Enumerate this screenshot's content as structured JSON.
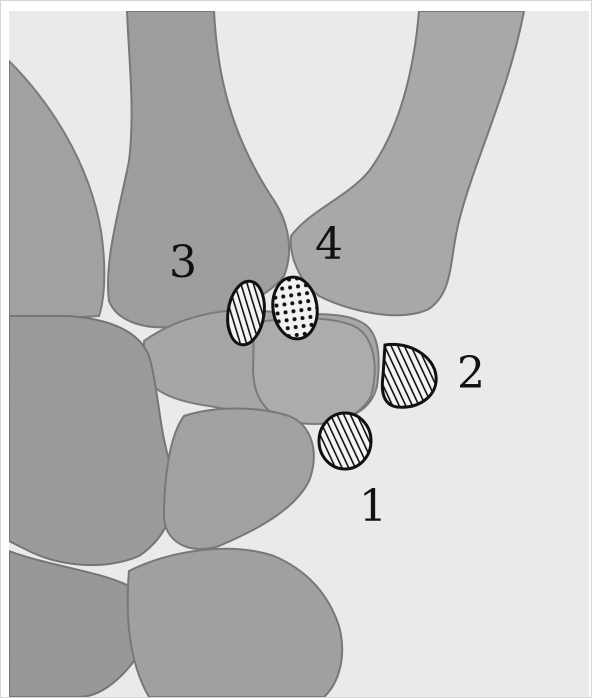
{
  "figure": {
    "labels": [
      {
        "id": "1",
        "text": "1"
      },
      {
        "id": "2",
        "text": "2"
      },
      {
        "id": "3",
        "text": "3"
      },
      {
        "id": "4",
        "text": "4"
      }
    ]
  },
  "colors": {
    "paper": "#ecebe9",
    "bone_dark": "#8f8f8f",
    "bone_mid": "#a3a3a3",
    "bone_light": "#b7b7b7",
    "outline": "#6f6f6f",
    "ink": "#111111"
  }
}
